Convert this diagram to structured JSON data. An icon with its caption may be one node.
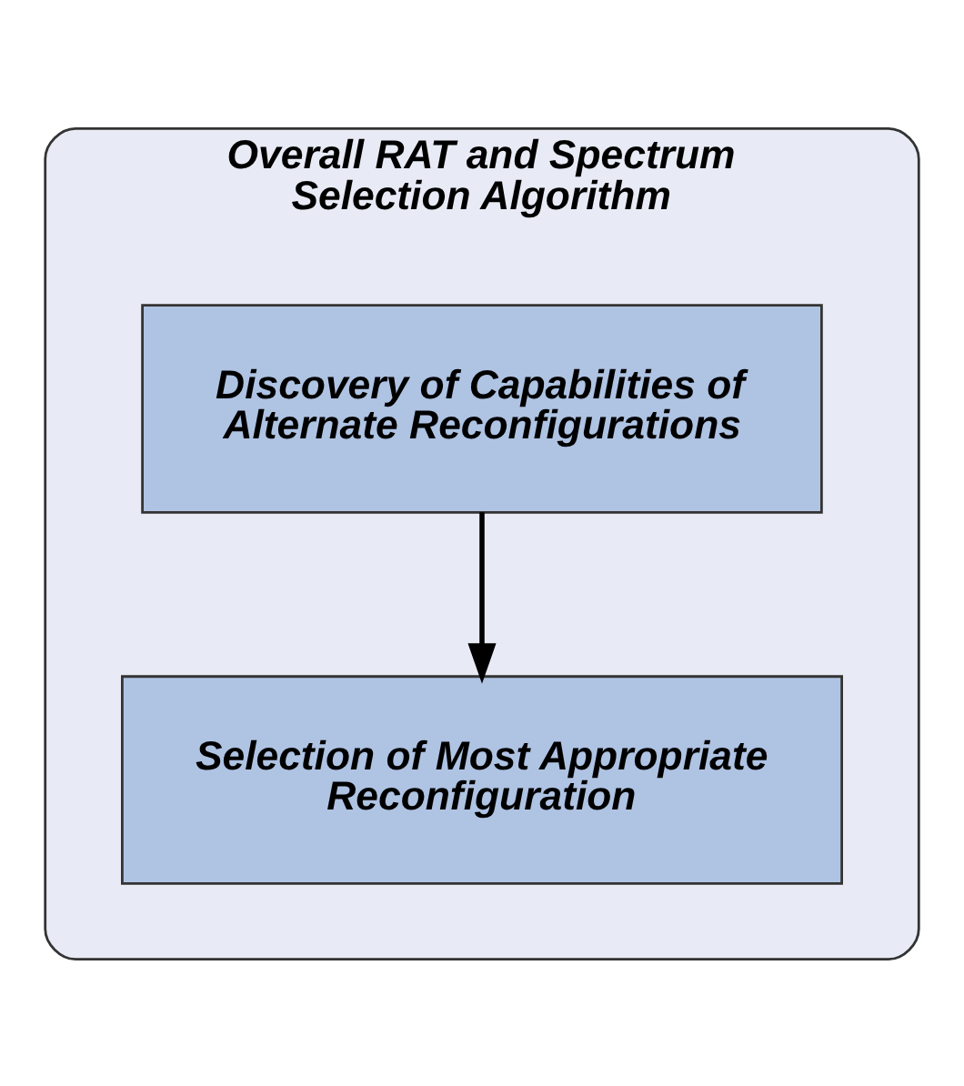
{
  "diagram": {
    "nodes": [
      {
        "text": [
          "Overall RAT and Spectrum Selection Algorithm"
        ]
      },
      {
        "text": [
          "Discovery of Capabilities of Alternate Reconfigurations"
        ],
        "in": 0
      },
      {
        "text": [
          "Selection of Most Appropriate Reconfiguration"
        ],
        "in": 0
      }
    ],
    "edges": [
      {
        "from": 1,
        "to": 2,
        "arrow": "to"
      }
    ]
  }
}
